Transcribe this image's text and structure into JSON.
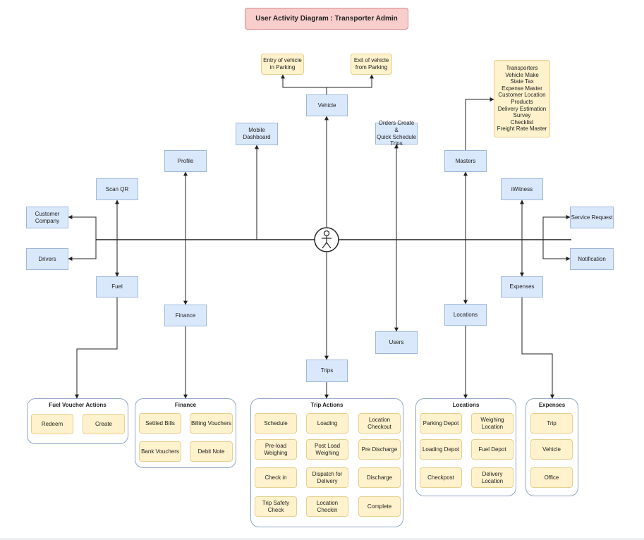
{
  "title": "User Activity Diagram : Transporter Admin",
  "center": {
    "actor": "user-actor-icon"
  },
  "nodes": {
    "vehicle": "Vehicle",
    "entry_parking": "Entry  of vehicle\nin Parking",
    "exit_parking": "Exit of vehicle\nfrom Parking",
    "mobile_dashboard": "Mobile\nDashboard",
    "orders": "Orders Create &\nQuick Schedule\nTrips",
    "profile": "Profile",
    "masters": "Masters",
    "masters_list": "Transporters\nVehicle Make\nState Tax\nExpense Master\nCustomer Location\nProducts\nDelivery Estimation\nSurvey\nChecklist\nFreight Rate Master",
    "scan_qr": "Scan QR",
    "iwitness": "iWitness",
    "customer_company": "Customer\nCompany",
    "drivers": "Drivers",
    "service_request": "Service Request",
    "notification": "Notification",
    "fuel": "Fuel",
    "expenses": "Expenses",
    "finance": "Finance",
    "locations": "Locations",
    "users": "Users",
    "trips": "Trips"
  },
  "groups": {
    "fuel_voucher": {
      "title": "Fuel Voucher Actions",
      "items": [
        "Redeem",
        "Create"
      ]
    },
    "finance": {
      "title": "Finance",
      "items": [
        "Settled Bills",
        "Billing Vouchers",
        "Bank Vouchers",
        "Debit Note"
      ]
    },
    "trip_actions": {
      "title": "Trip Actions",
      "items": [
        "Schedule",
        "Loading",
        "Location\nCheckout",
        "Pre-load\nWeighing",
        "Post Load\nWeighing",
        "Pre Discharge",
        "Check in",
        "Dispatch for\nDelivery",
        "Discharge",
        "Trip Safety\nCheck",
        "Location\nCheckin",
        "Complete"
      ]
    },
    "locations": {
      "title": "Locations",
      "items": [
        "Parking Depot",
        "Weighing\nLocation",
        "Loading Depot",
        "Fuel Depot",
        "Checkpost",
        "Delivery\nLocation"
      ]
    },
    "expenses": {
      "title": "Expenses",
      "items": [
        "Trip",
        "Vehicle",
        "Office"
      ]
    }
  },
  "colors": {
    "node_fill": "#dae8fc",
    "node_border": "#9fb8d8",
    "action_fill": "#fff2cc",
    "action_border": "#e7cf8d",
    "title_fill": "#f8cecc",
    "line": "#222222"
  }
}
